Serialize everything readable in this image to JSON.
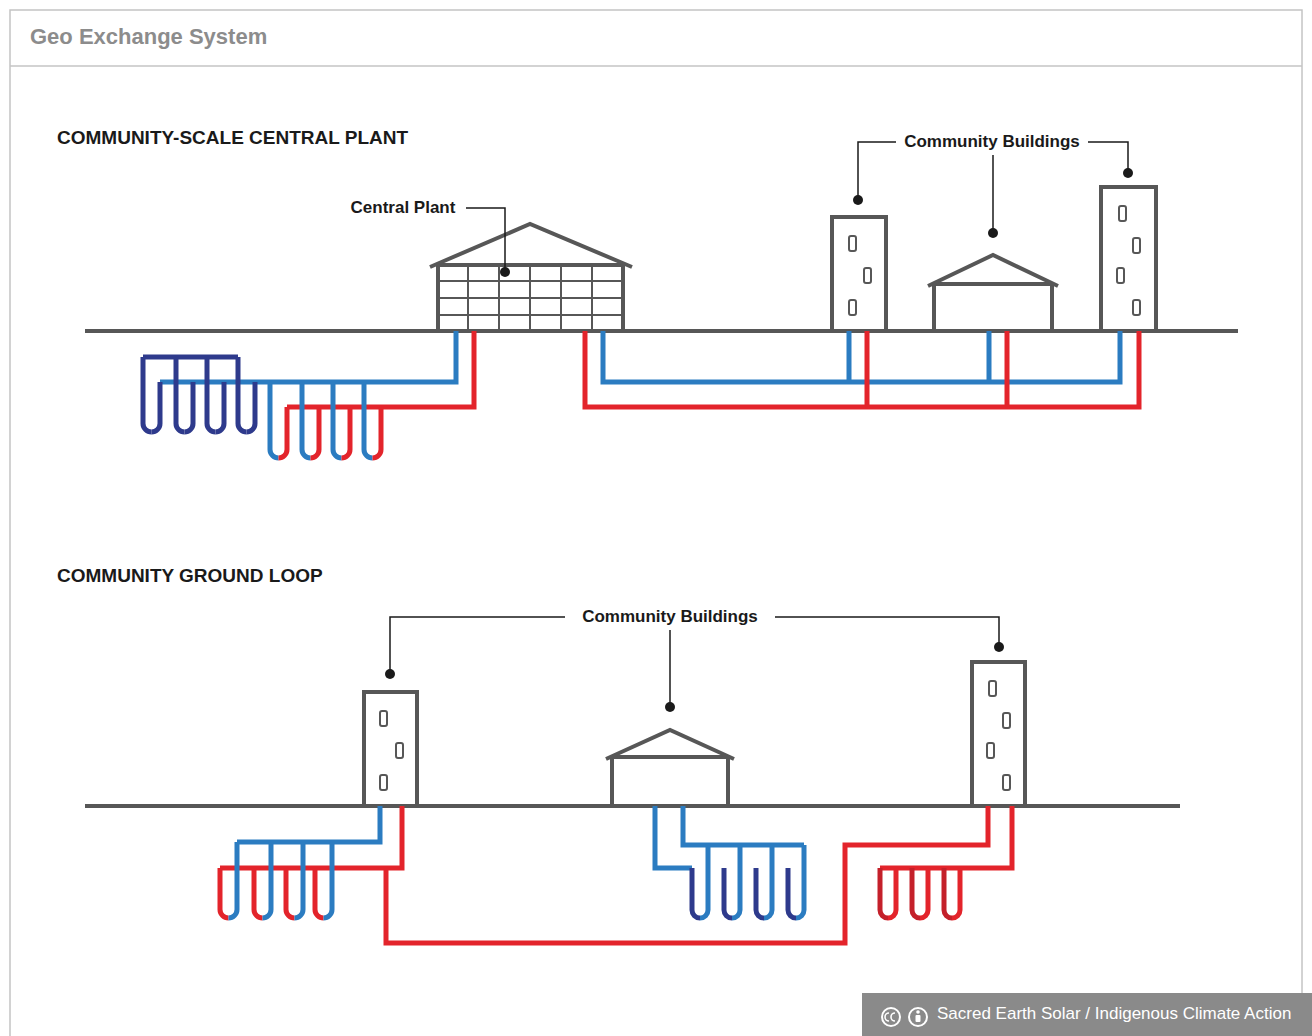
{
  "diagram": {
    "title": "Geo Exchange System",
    "labels": [
      "COMMUNITY-SCALE CENTRAL PLANT",
      "Central Plant",
      "Community Buildings",
      "COMMUNITY GROUND LOOP",
      "Community Buildings",
      "Sacred Earth Solar / Indigenous Climate Action"
    ]
  }
}
